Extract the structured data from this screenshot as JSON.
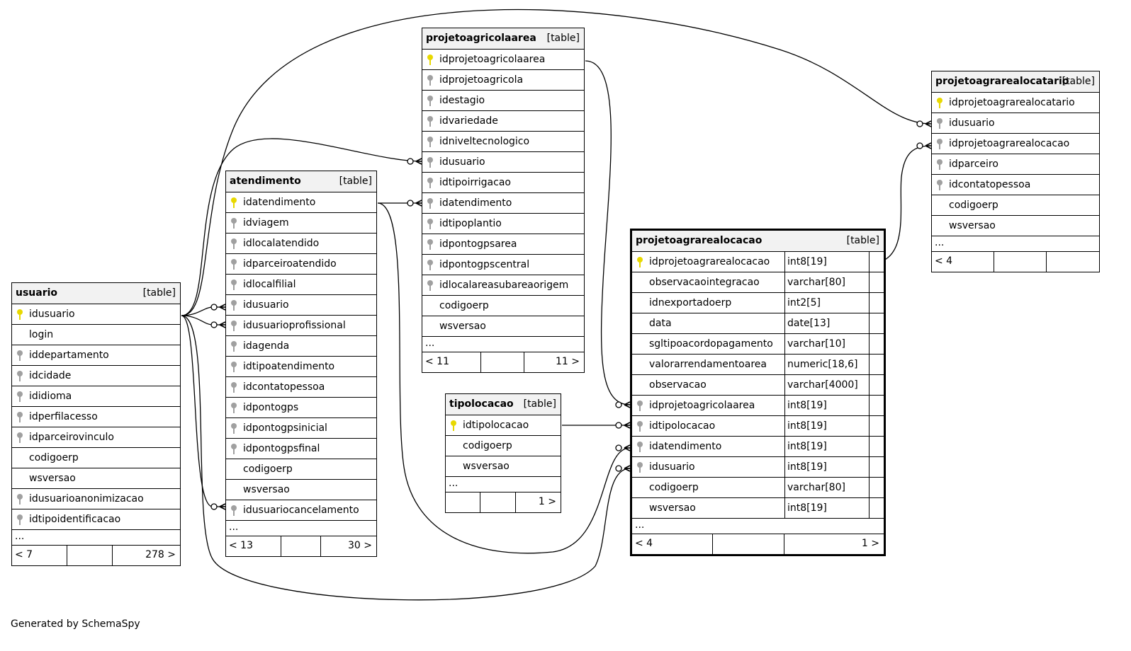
{
  "credit": "Generated by SchemaSpy",
  "table_kind_label": "[table]",
  "ellipsis": "...",
  "tables": {
    "usuario": {
      "name": "usuario",
      "columns": [
        {
          "name": "idusuario",
          "key": "pk"
        },
        {
          "name": "login",
          "key": ""
        },
        {
          "name": "iddepartamento",
          "key": "fk"
        },
        {
          "name": "idcidade",
          "key": "fk"
        },
        {
          "name": "ididioma",
          "key": "fk"
        },
        {
          "name": "idperfilacesso",
          "key": "fk"
        },
        {
          "name": "idparceirovinculo",
          "key": "fk"
        },
        {
          "name": "codigoerp",
          "key": ""
        },
        {
          "name": "wsversao",
          "key": ""
        },
        {
          "name": "idusuarioanonimizacao",
          "key": "fk"
        },
        {
          "name": "idtipoidentificacao",
          "key": "fk"
        }
      ],
      "footer_left": "< 7",
      "footer_right": "278 >"
    },
    "atendimento": {
      "name": "atendimento",
      "columns": [
        {
          "name": "idatendimento",
          "key": "pk"
        },
        {
          "name": "idviagem",
          "key": "fk"
        },
        {
          "name": "idlocalatendido",
          "key": "fk"
        },
        {
          "name": "idparceiroatendido",
          "key": "fk"
        },
        {
          "name": "idlocalfilial",
          "key": "fk"
        },
        {
          "name": "idusuario",
          "key": "fk"
        },
        {
          "name": "idusuarioprofissional",
          "key": "fk"
        },
        {
          "name": "idagenda",
          "key": "fk"
        },
        {
          "name": "idtipoatendimento",
          "key": "fk"
        },
        {
          "name": "idcontatopessoa",
          "key": "fk"
        },
        {
          "name": "idpontogps",
          "key": "fk"
        },
        {
          "name": "idpontogpsinicial",
          "key": "fk"
        },
        {
          "name": "idpontogpsfinal",
          "key": "fk"
        },
        {
          "name": "codigoerp",
          "key": ""
        },
        {
          "name": "wsversao",
          "key": ""
        },
        {
          "name": "idusuariocancelamento",
          "key": "fk"
        }
      ],
      "footer_left": "< 13",
      "footer_right": "30 >"
    },
    "projetoagricolaarea": {
      "name": "projetoagricolaarea",
      "columns": [
        {
          "name": "idprojetoagricolaarea",
          "key": "pk"
        },
        {
          "name": "idprojetoagricola",
          "key": "fk"
        },
        {
          "name": "idestagio",
          "key": "fk"
        },
        {
          "name": "idvariedade",
          "key": "fk"
        },
        {
          "name": "idniveltecnologico",
          "key": "fk"
        },
        {
          "name": "idusuario",
          "key": "fk"
        },
        {
          "name": "idtipoirrigacao",
          "key": "fk"
        },
        {
          "name": "idatendimento",
          "key": "fk"
        },
        {
          "name": "idtipoplantio",
          "key": "fk"
        },
        {
          "name": "idpontogpsarea",
          "key": "fk"
        },
        {
          "name": "idpontogpscentral",
          "key": "fk"
        },
        {
          "name": "idlocalareasubareaorigem",
          "key": "fk"
        },
        {
          "name": "codigoerp",
          "key": ""
        },
        {
          "name": "wsversao",
          "key": ""
        }
      ],
      "footer_left": "< 11",
      "footer_right": "11 >"
    },
    "tipolocacao": {
      "name": "tipolocacao",
      "columns": [
        {
          "name": "idtipolocacao",
          "key": "pk"
        },
        {
          "name": "codigoerp",
          "key": ""
        },
        {
          "name": "wsversao",
          "key": ""
        }
      ],
      "footer_left": "",
      "footer_right": "1 >"
    },
    "projetoagrarealocacao": {
      "name": "projetoagrarealocacao",
      "columns": [
        {
          "name": "idprojetoagrarealocacao",
          "key": "pk",
          "type": "int8[19]"
        },
        {
          "name": "observacaointegracao",
          "key": "",
          "type": "varchar[80]"
        },
        {
          "name": "idnexportadoerp",
          "key": "",
          "type": "int2[5]"
        },
        {
          "name": "data",
          "key": "",
          "type": "date[13]"
        },
        {
          "name": "sgltipoacordopagamento",
          "key": "",
          "type": "varchar[10]"
        },
        {
          "name": "valorarrendamentoarea",
          "key": "",
          "type": "numeric[18,6]"
        },
        {
          "name": "observacao",
          "key": "",
          "type": "varchar[4000]"
        },
        {
          "name": "idprojetoagricolaarea",
          "key": "fk",
          "type": "int8[19]"
        },
        {
          "name": "idtipolocacao",
          "key": "fk",
          "type": "int8[19]"
        },
        {
          "name": "idatendimento",
          "key": "fk",
          "type": "int8[19]"
        },
        {
          "name": "idusuario",
          "key": "fk",
          "type": "int8[19]"
        },
        {
          "name": "codigoerp",
          "key": "",
          "type": "varchar[80]"
        },
        {
          "name": "wsversao",
          "key": "",
          "type": "int8[19]"
        }
      ],
      "footer_left": "< 4",
      "footer_right": "1 >"
    },
    "projetoagrarealocatario": {
      "name": "projetoagrarealocatario",
      "columns": [
        {
          "name": "idprojetoagrarealocatario",
          "key": "pk"
        },
        {
          "name": "idusuario",
          "key": "fk"
        },
        {
          "name": "idprojetoagrarealocacao",
          "key": "fk"
        },
        {
          "name": "idparceiro",
          "key": "fk"
        },
        {
          "name": "idcontatopessoa",
          "key": "fk"
        },
        {
          "name": "codigoerp",
          "key": ""
        },
        {
          "name": "wsversao",
          "key": ""
        }
      ],
      "footer_left": "< 4",
      "footer_right": ""
    }
  }
}
